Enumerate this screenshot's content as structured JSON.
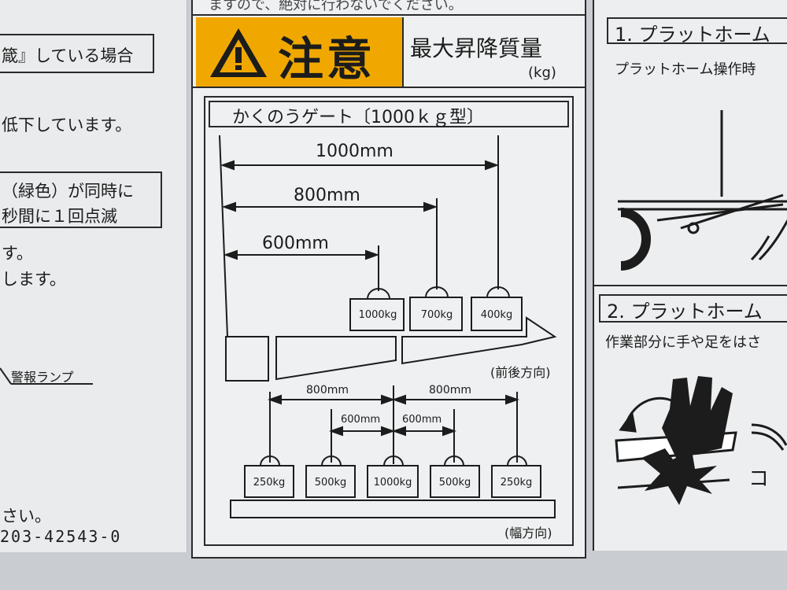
{
  "left_panel": {
    "line1": "箴』している場合",
    "line2": "低下しています。",
    "line3": "（緑色）が同時に",
    "line4": "秒間に１回点滅",
    "line5": "す。",
    "line6": "します。",
    "lamp_label": "警報ランプ",
    "line7": "さい。",
    "part_number": "203-42543-0"
  },
  "top_cut_text": "ますので、絶対に行わないでください。",
  "warning": {
    "word": "注意",
    "title": "最大昇降質量",
    "unit": "(kg)",
    "accent_color": "#f0a800"
  },
  "gate": {
    "heading": "かくのうゲート〔1000ｋｇ型〕",
    "fore_aft": {
      "distances": [
        "1000mm",
        "800mm",
        "600mm"
      ],
      "weights": [
        "1000kg",
        "700kg",
        "400kg"
      ],
      "direction_label": "(前後方向)"
    },
    "width": {
      "outer_distances": [
        "800mm",
        "800mm"
      ],
      "inner_distances": [
        "600mm",
        "600mm"
      ],
      "weights": [
        "250kg",
        "500kg",
        "1000kg",
        "500kg",
        "250kg"
      ],
      "direction_label": "(幅方向)"
    }
  },
  "right_panel": {
    "step1_title": "1. プラットホーム",
    "step1_text": "プラットホーム操作時",
    "step2_title": "2. プラットホーム",
    "step2_text": "作業部分に手や足をはさ",
    "bottom_text": "コ"
  }
}
